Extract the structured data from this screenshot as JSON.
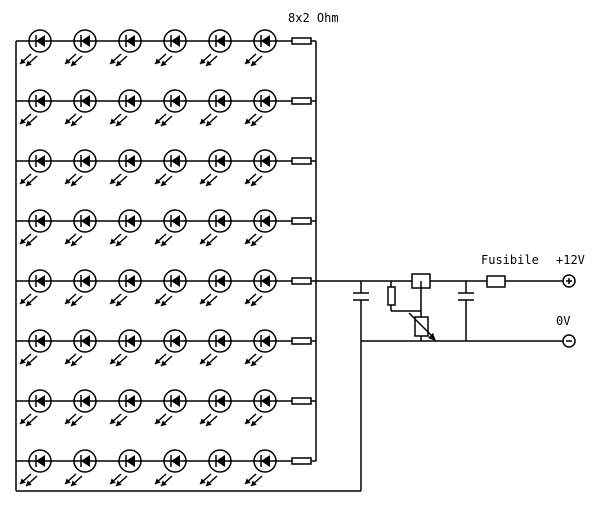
{
  "diagram": {
    "type": "circuit-schematic",
    "title": "LED matrix 8x6 with adjustable regulator",
    "labels": {
      "resistors": "8x2 Ohm",
      "fuse_label": "Fusibile",
      "positive_supply": "+12V",
      "ground": "0V"
    },
    "led_matrix": {
      "rows": 8,
      "leds_per_row": 6,
      "series_resistor_per_row": true
    },
    "components": [
      {
        "id": "C1",
        "type": "capacitor"
      },
      {
        "id": "R1",
        "type": "resistor"
      },
      {
        "id": "U1",
        "type": "voltage-regulator"
      },
      {
        "id": "P1",
        "type": "potentiometer"
      },
      {
        "id": "C2",
        "type": "capacitor"
      },
      {
        "id": "F1",
        "type": "fuse"
      },
      {
        "id": "T+",
        "type": "terminal-positive"
      },
      {
        "id": "T-",
        "type": "terminal-negative"
      }
    ],
    "colors": {
      "ink": "#000000",
      "background": "#ffffff"
    }
  }
}
